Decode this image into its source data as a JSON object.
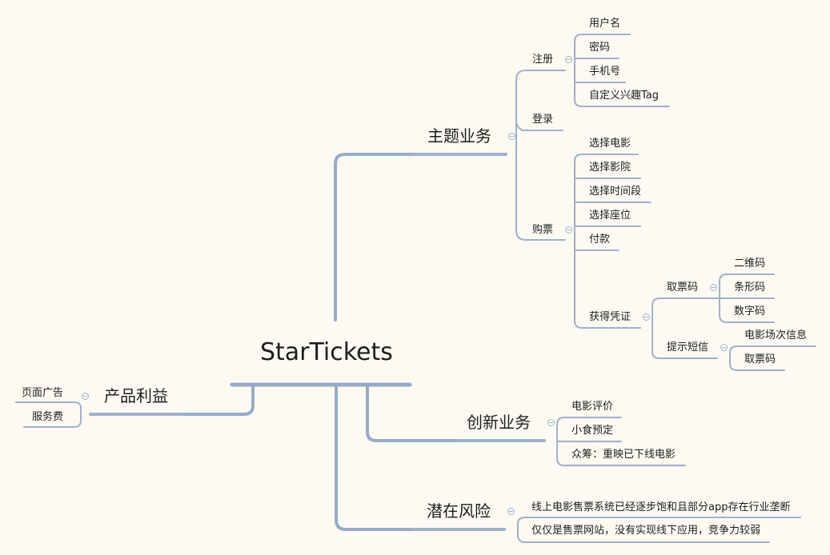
{
  "root": "StarTickets",
  "branches": {
    "main_business": {
      "label": "主题业务",
      "register": {
        "label": "注册",
        "items": [
          "用户名",
          "密码",
          "手机号",
          "自定义兴趣Tag"
        ]
      },
      "login": {
        "label": "登录"
      },
      "buy": {
        "label": "购票",
        "items": [
          "选择电影",
          "选择影院",
          "选择时间段",
          "选择座位",
          "付款"
        ],
        "voucher": {
          "label": "获得凭证",
          "pickup": {
            "label": "取票码",
            "items": [
              "二维码",
              "条形码",
              "数字码"
            ]
          },
          "sms": {
            "label": "提示短信",
            "items": [
              "电影场次信息",
              "取票码"
            ]
          }
        }
      }
    },
    "innovation": {
      "label": "创新业务",
      "items": [
        "电影评价",
        "小食预定",
        "众筹：重映已下线电影"
      ]
    },
    "risk": {
      "label": "潜在风险",
      "items": [
        "线上电影售票系统已经逐步饱和且部分app存在行业垄断",
        "仅仅是售票网站，没有实现线下应用，竞争力较弱"
      ]
    },
    "profit": {
      "label": "产品利益",
      "items": [
        "页面广告",
        "服务费"
      ]
    }
  },
  "colors": {
    "line": "#9fb1c9",
    "thick": "#97abc8",
    "background": "#fcfaf3"
  }
}
